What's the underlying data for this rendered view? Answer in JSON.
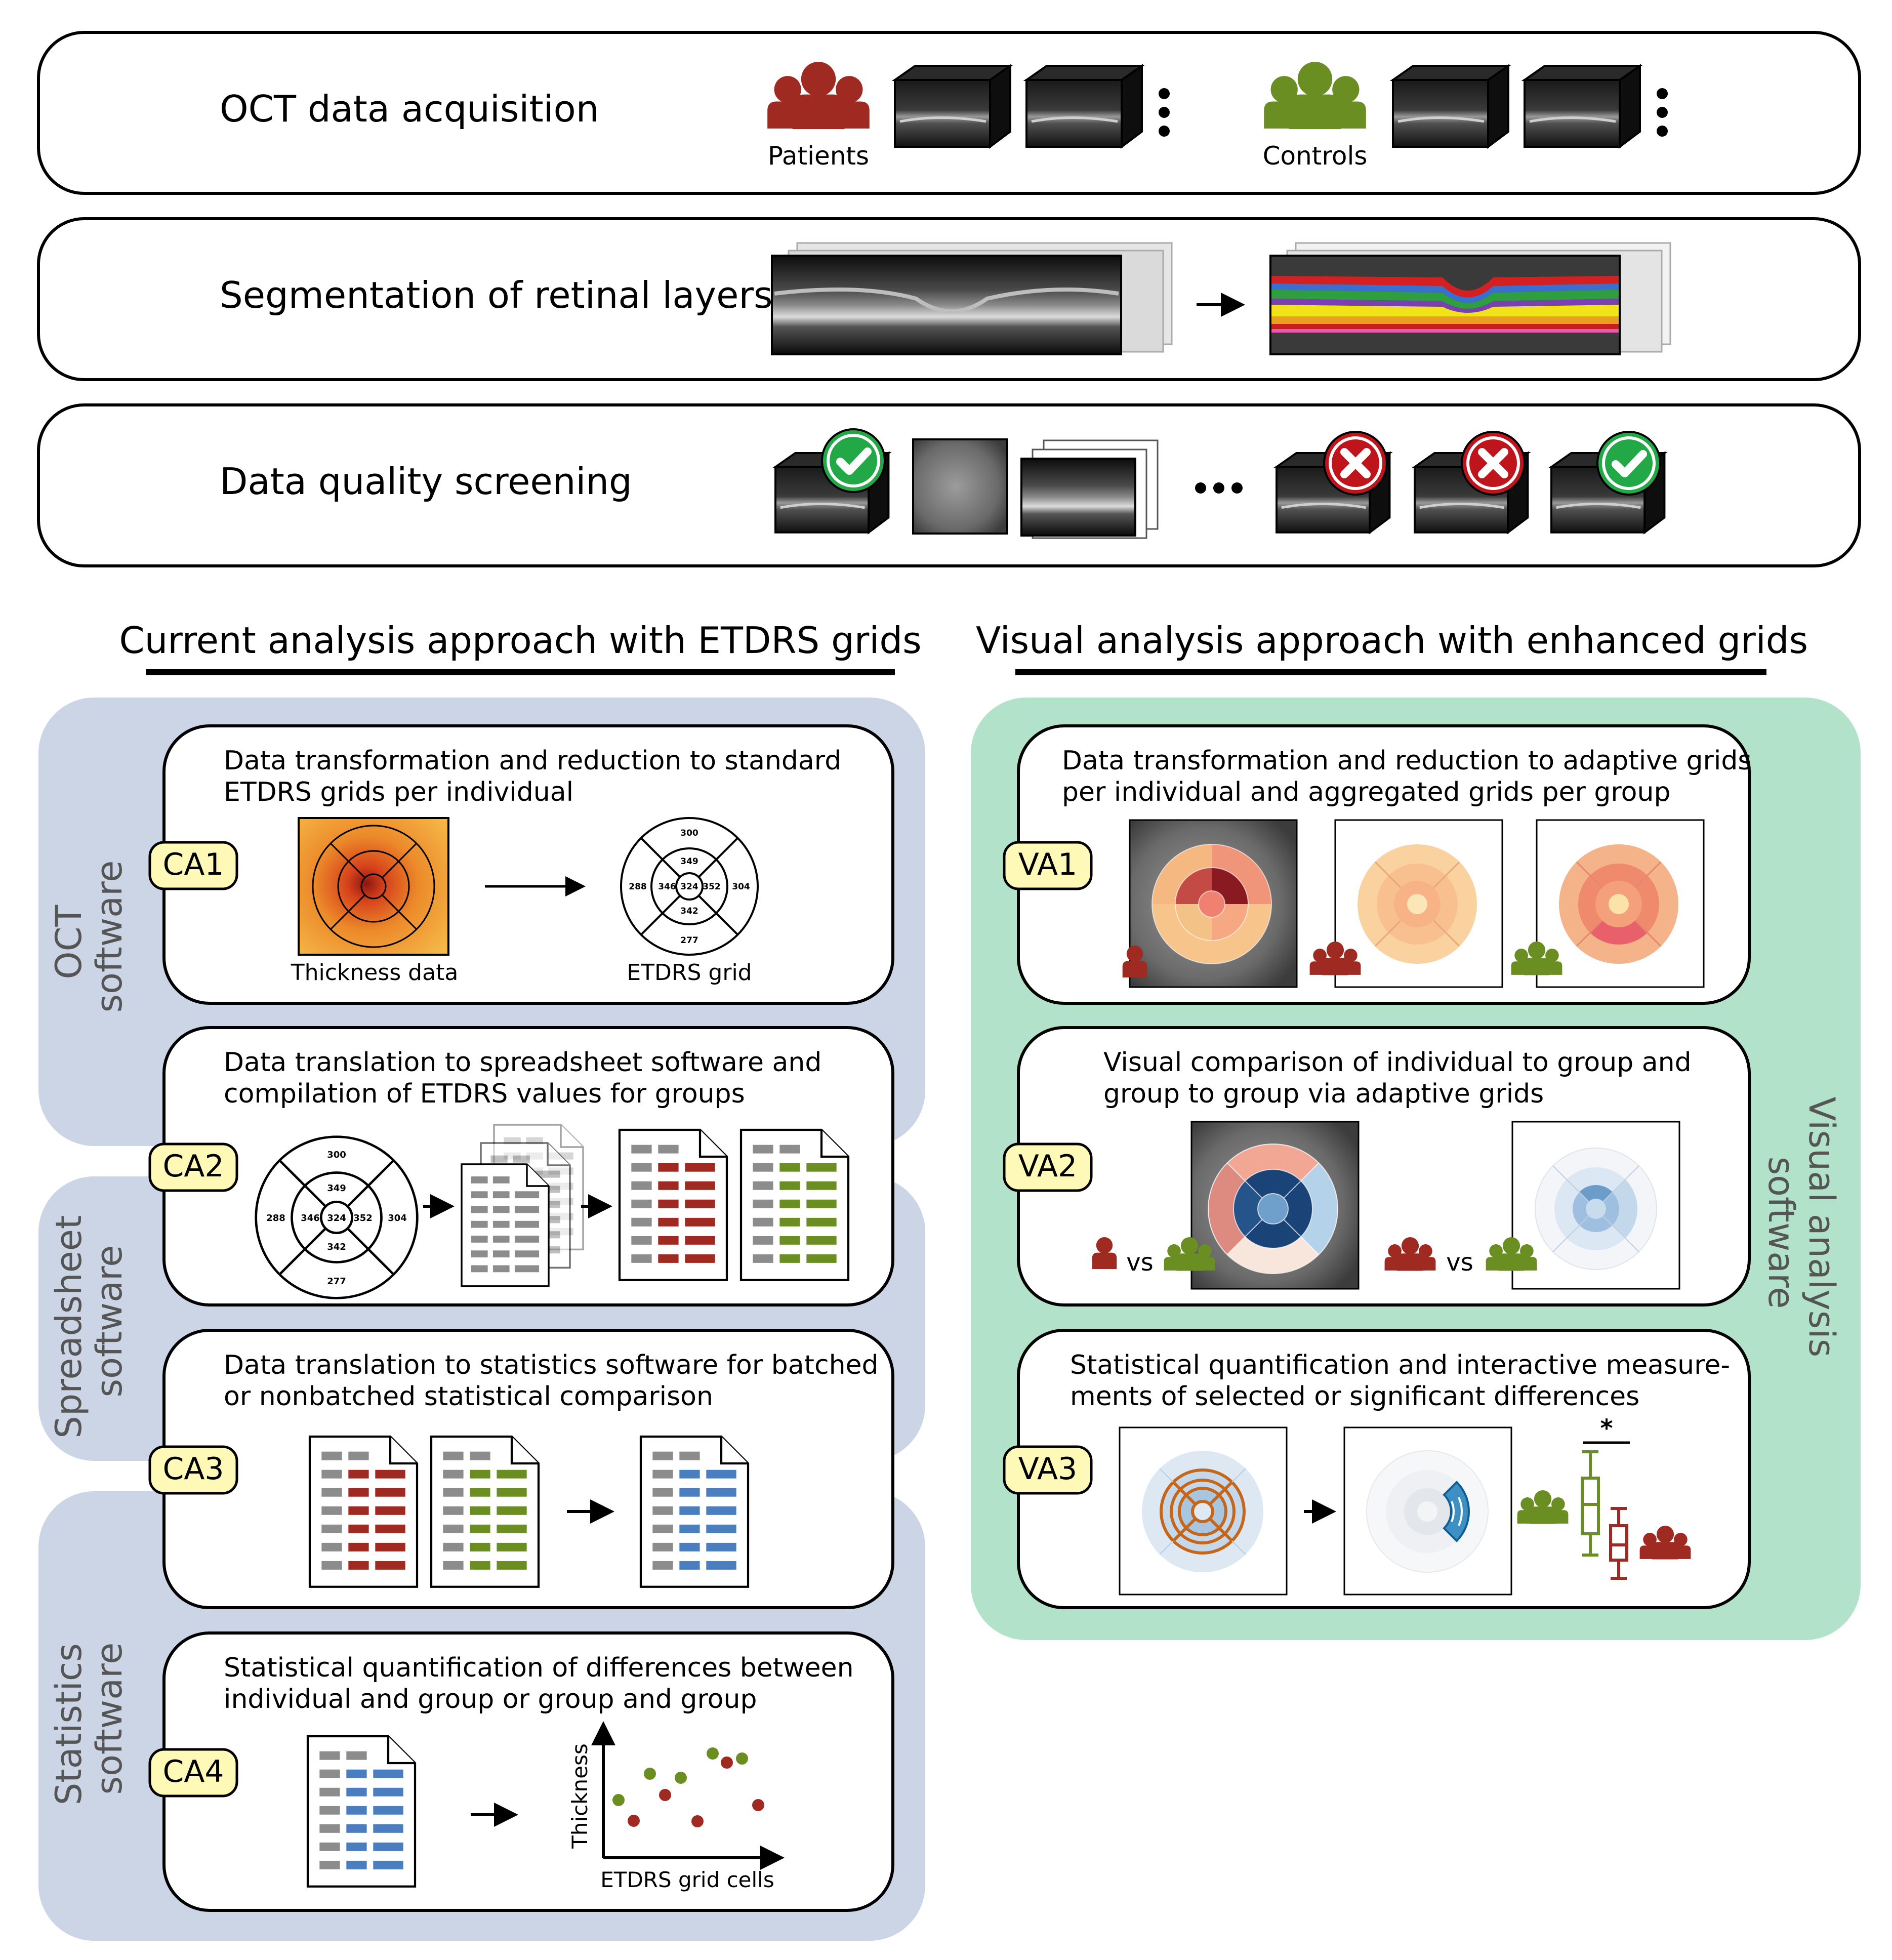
{
  "colors": {
    "patients": "#9e2a22",
    "controls": "#6b8e23",
    "current_bg": "#cbd5e6",
    "visual_bg": "#b2e3ca",
    "callout_bg": "#fff9b8",
    "check": "#22a847",
    "cross": "#c0141c",
    "cell_gray": "#8c8c8c",
    "cell_blue": "#4a7ebf"
  },
  "pipeline": {
    "acquisition": {
      "title": "OCT data acquisition",
      "patients_label": "Patients",
      "controls_label": "Controls"
    },
    "segmentation": {
      "title": "Segmentation of retinal layers"
    },
    "screening": {
      "title": "Data quality screening"
    }
  },
  "current": {
    "heading": "Current analysis approach with ETDRS grids",
    "software_oct": "OCT software",
    "software_spreadsheet": "Spreadsheet software",
    "software_statistics": "Statistics software",
    "ca1": {
      "tag": "CA1",
      "line1": "Data transformation and reduction to standard",
      "line2": "ETDRS grids per individual",
      "thickness_label": "Thickness data",
      "grid_label": "ETDRS grid"
    },
    "ca2": {
      "tag": "CA2",
      "line1": "Data translation to spreadsheet software and",
      "line2": "compilation of ETDRS values for groups"
    },
    "ca3": {
      "tag": "CA3",
      "line1": "Data translation to statistics software for batched",
      "line2": "or nonbatched statistical comparison"
    },
    "ca4": {
      "tag": "CA4",
      "line1": "Statistical quantification of differences between",
      "line2": "individual and group or group and group",
      "y_label": "Thickness",
      "x_label": "ETDRS grid cells"
    }
  },
  "etdrs_values": {
    "top": "300",
    "inner_top": "349",
    "left": "288",
    "inner_left": "346",
    "center": "324",
    "inner_right": "352",
    "right": "304",
    "inner_bottom": "342",
    "bottom": "277"
  },
  "visual": {
    "heading": "Visual analysis approach with enhanced grids",
    "software_label": "Visual analysis software",
    "va1": {
      "tag": "VA1",
      "line1": "Data transformation and reduction to adaptive grids",
      "line2": "per individual and aggregated grids per group"
    },
    "va2": {
      "tag": "VA2",
      "line1": "Visual comparison of individual to group and",
      "line2": "group to group via adaptive grids",
      "vs_label": "vs"
    },
    "va3": {
      "tag": "VA3",
      "line1": "Statistical quantification and interactive measure-",
      "line2": "ments of selected or significant differences",
      "significance": "*"
    }
  }
}
